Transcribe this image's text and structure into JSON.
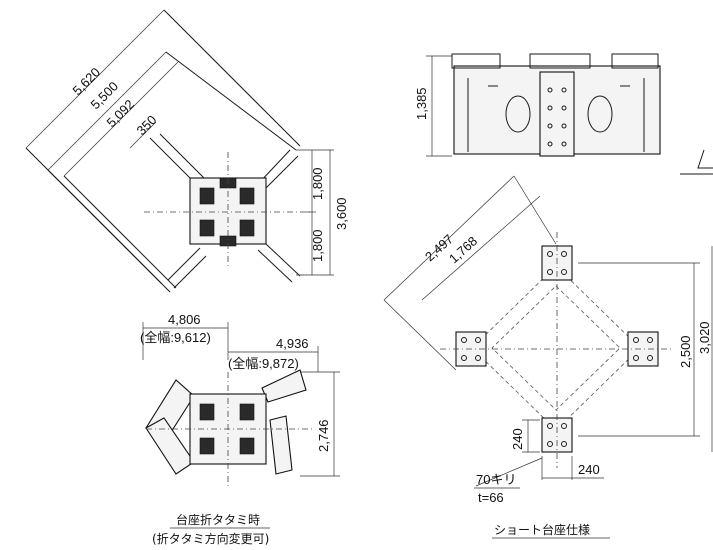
{
  "top_left": {
    "dim_overall": "5,620",
    "dim_outer": "5,500",
    "dim_inner": "5,092",
    "dim_arm": "350",
    "dim_half_a": "1,800",
    "dim_half_b": "1,800",
    "dim_total": "3,600"
  },
  "bottom_left": {
    "dim_left": "4,806",
    "note_left": "(全幅:9,612)",
    "dim_right": "4,936",
    "note_right": "(全幅:9,872)",
    "dim_height": "2,746",
    "caption_line1": "台座折タタミ時",
    "caption_line2": "(折タタミ方向変更可)"
  },
  "top_right": {
    "dim_height": "1,385"
  },
  "bottom_right": {
    "dim_diag_outer": "2,497",
    "dim_diag_inner": "1,768",
    "dim_span": "2,500",
    "dim_total_partial": "3,020",
    "dim_pad_v": "240",
    "dim_pad_h": "240",
    "note_drill": "70キリ",
    "note_thickness": "t=66",
    "caption": "ショート台座仕様"
  }
}
